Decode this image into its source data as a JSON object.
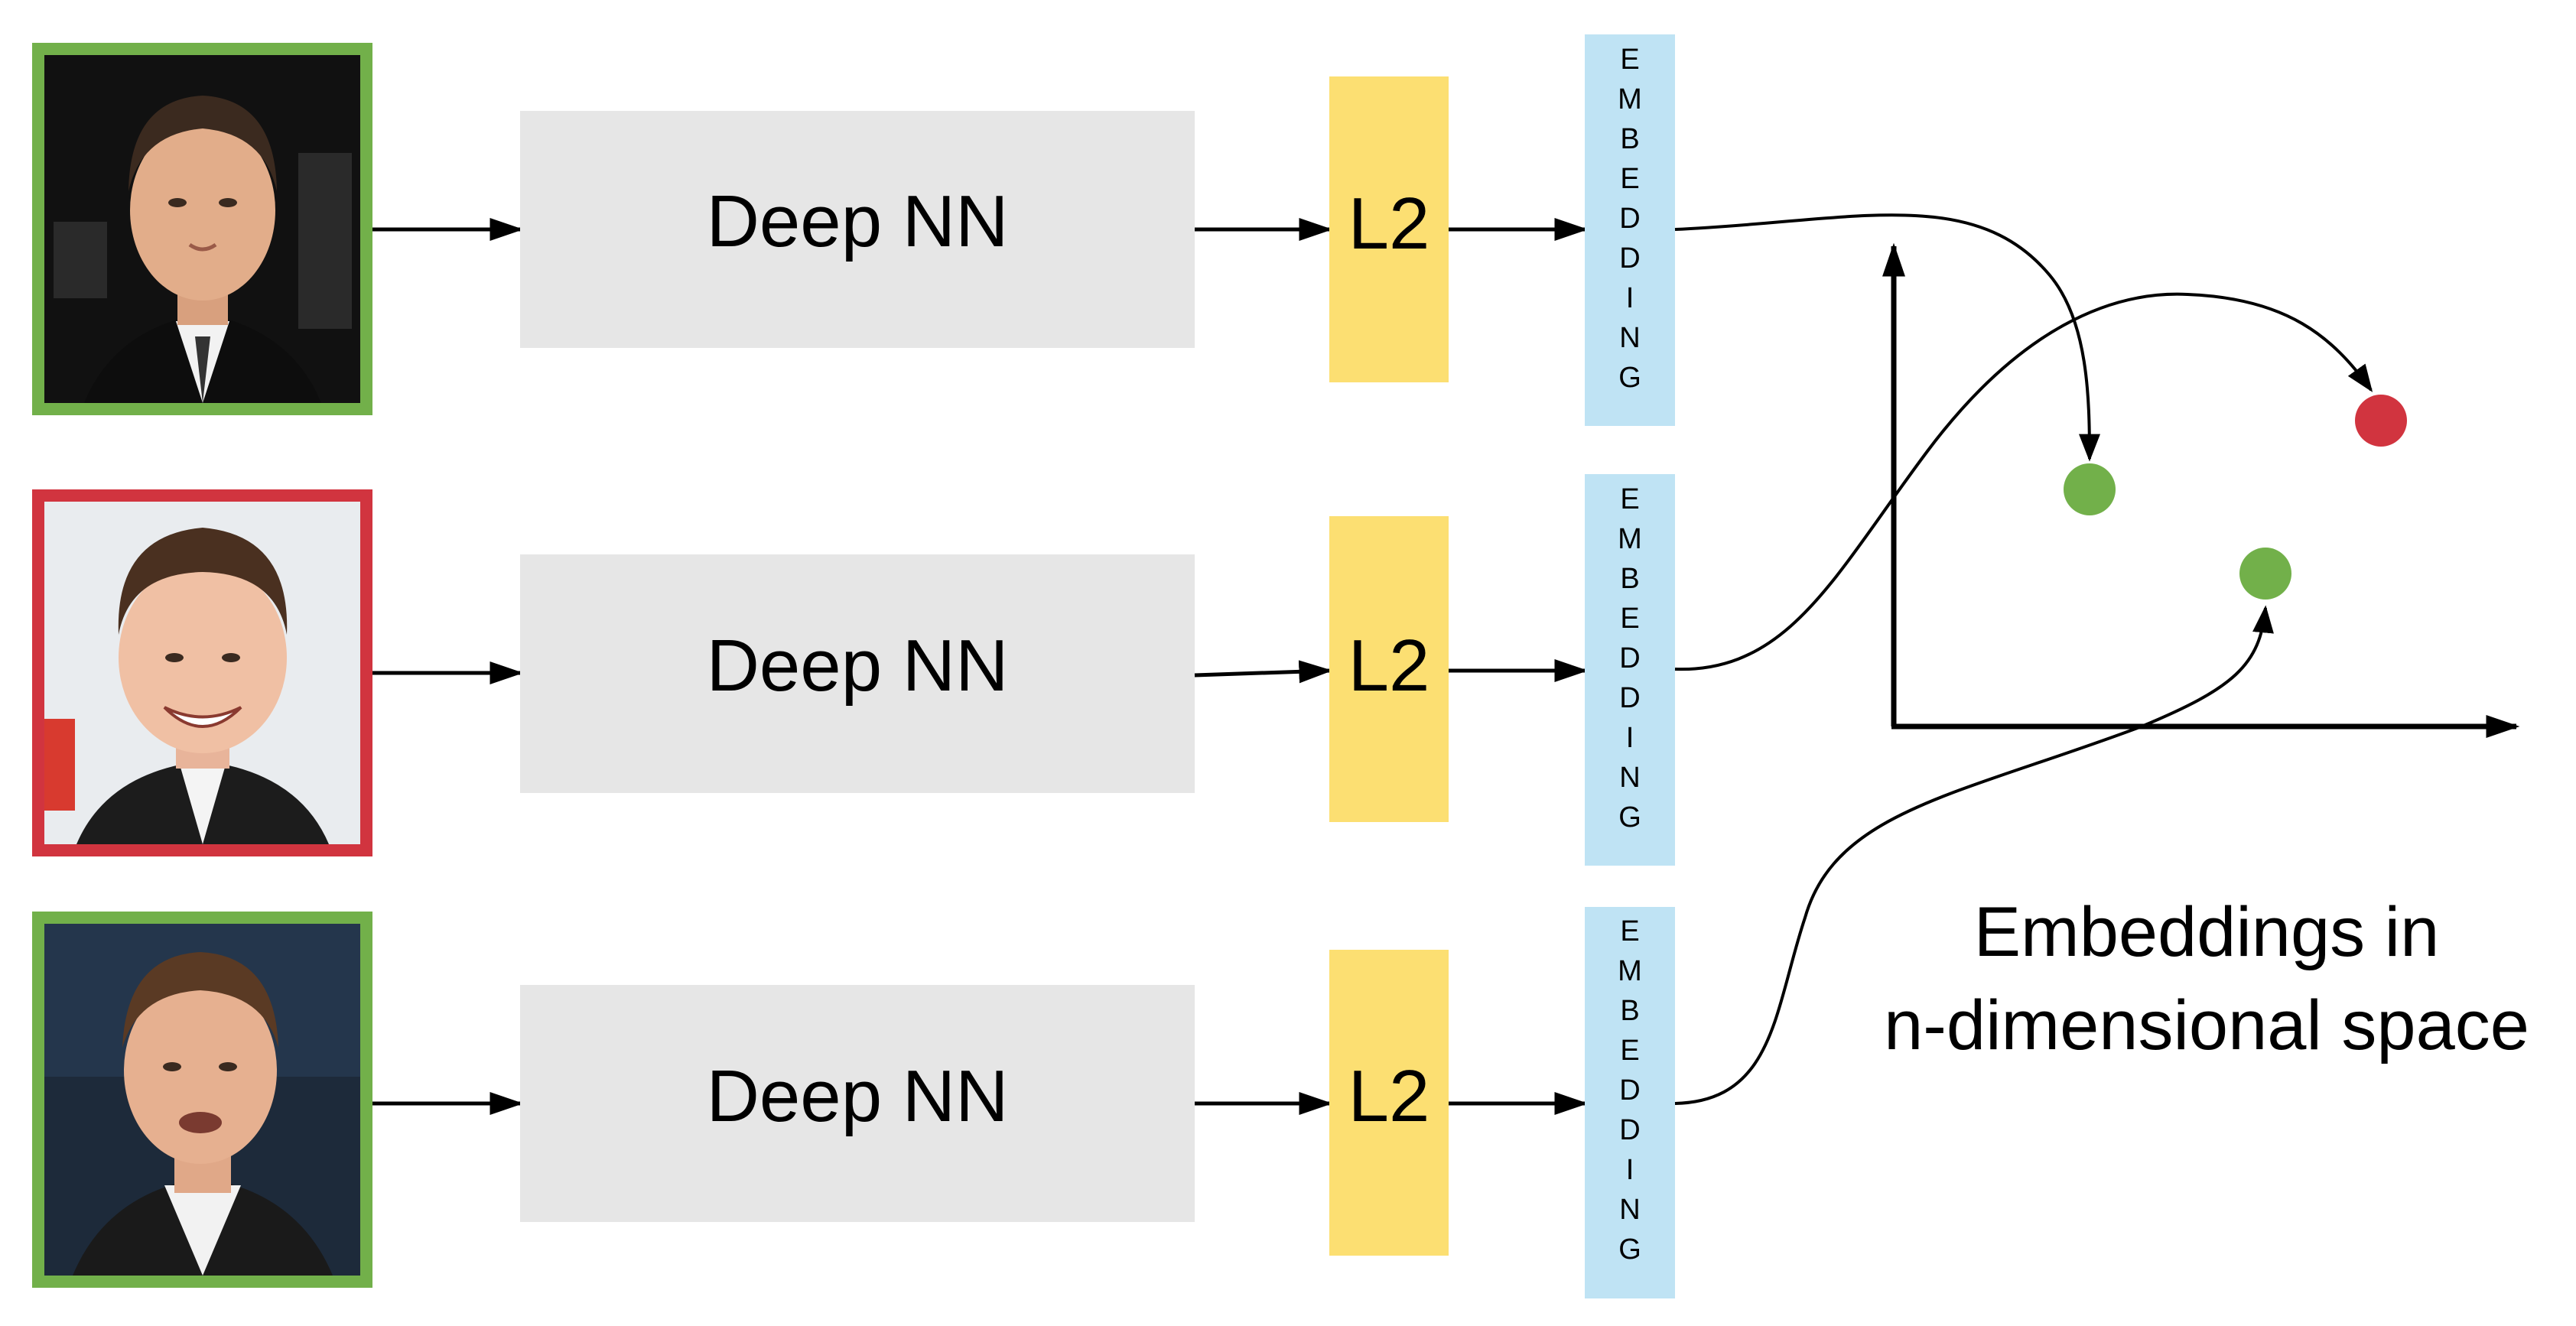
{
  "colors": {
    "photo_frame_match": "#72b04a",
    "photo_frame_mismatch": "#d1343f",
    "nn_box": "#e6e6e6",
    "l2_box": "#fcdf72",
    "embedding_box": "#bfe3f4",
    "point_green": "#72b04a",
    "point_red": "#d1343f",
    "line": "#000000"
  },
  "rows": [
    {
      "photo_icon": "person-portrait-1",
      "frame": "match",
      "nn_label": "Deep NN",
      "l2_label": "L2",
      "embedding_label": "EMBEDDING"
    },
    {
      "photo_icon": "person-portrait-2",
      "frame": "mismatch",
      "nn_label": "Deep NN",
      "l2_label": "L2",
      "embedding_label": "EMBEDDING"
    },
    {
      "photo_icon": "person-portrait-3",
      "frame": "match",
      "nn_label": "Deep NN",
      "l2_label": "L2",
      "embedding_label": "EMBEDDING"
    }
  ],
  "caption": {
    "line1": "Embeddings in",
    "line2": "n-dimensional space"
  }
}
